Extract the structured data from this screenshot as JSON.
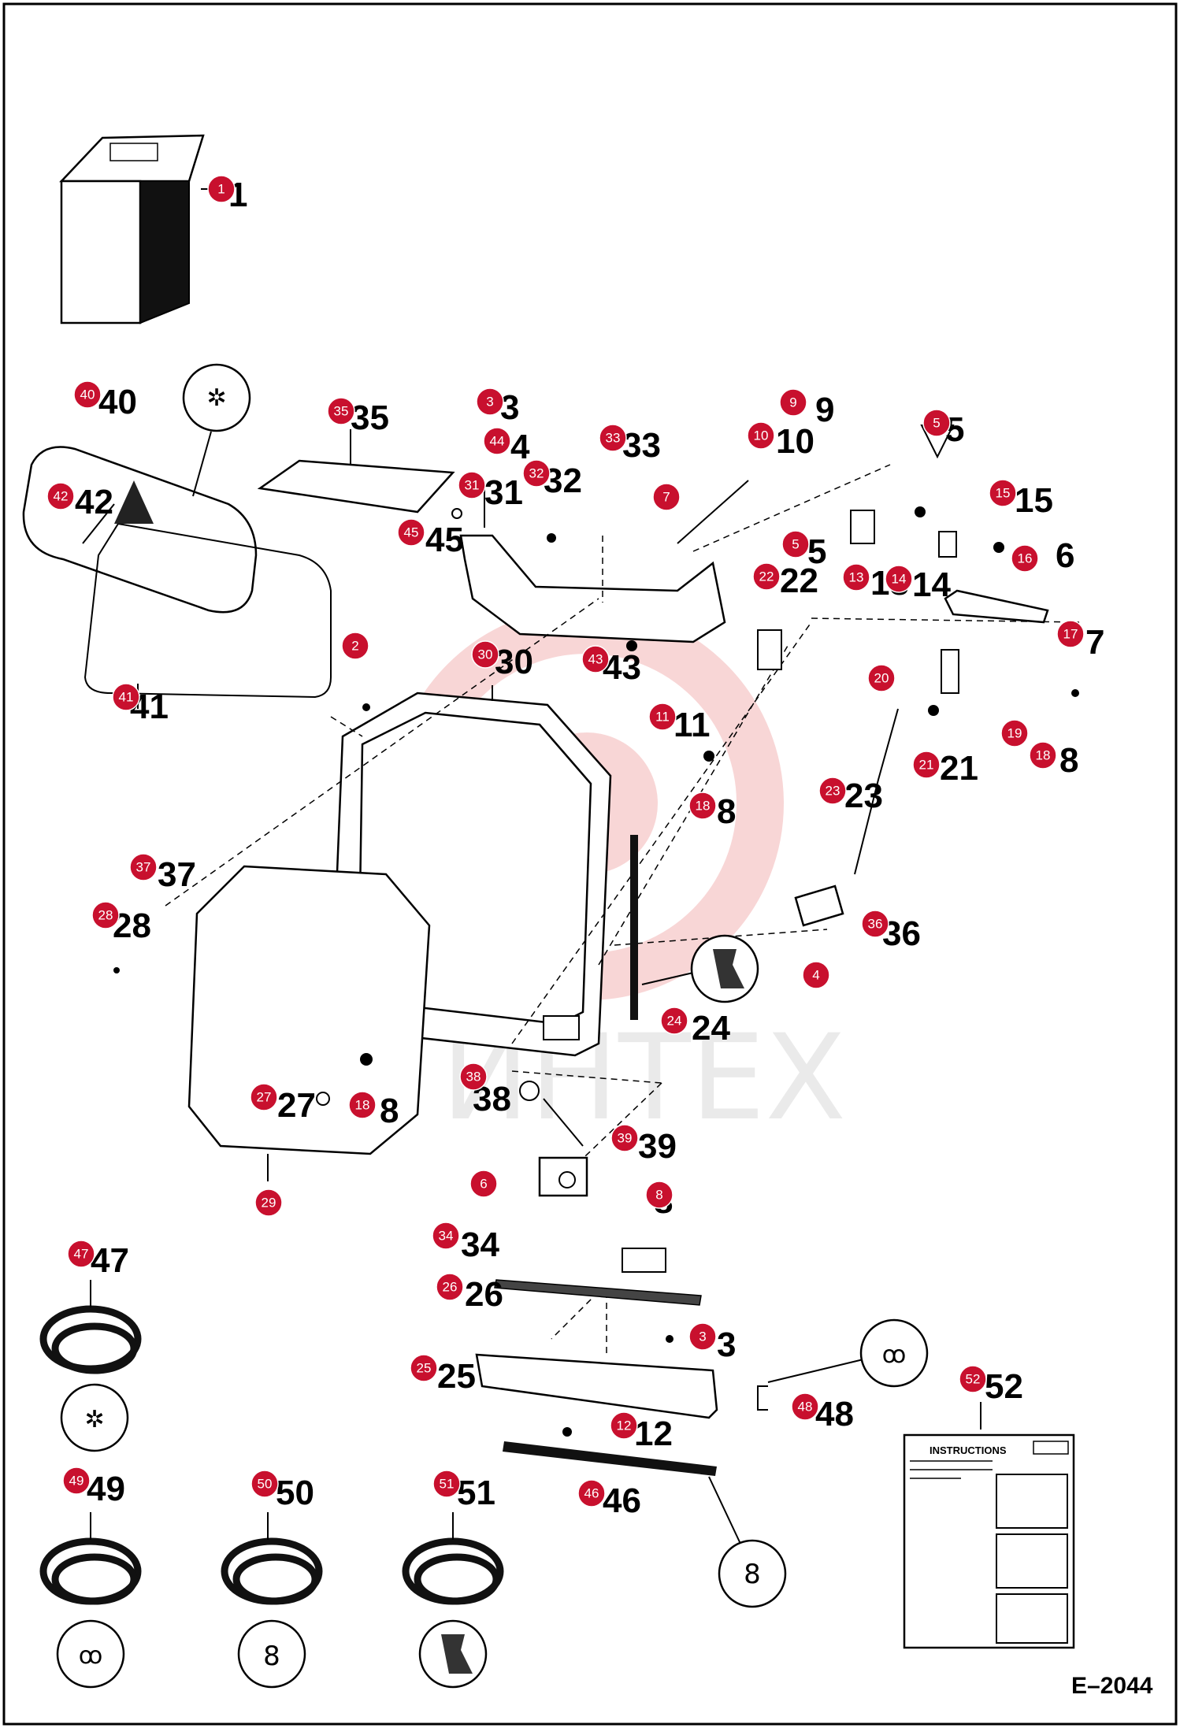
{
  "figure_code": "E–2044",
  "watermark": "ИНТЕХ",
  "instruction_sheet": {
    "title": "INSTRUCTIONS"
  },
  "callouts": [
    {
      "id": "1",
      "label": "1"
    },
    {
      "id": "2",
      "label": "2"
    },
    {
      "id": "3a",
      "label": "3"
    },
    {
      "id": "3b",
      "label": "3"
    },
    {
      "id": "4",
      "label": "4"
    },
    {
      "id": "5a",
      "label": "5"
    },
    {
      "id": "5b",
      "label": "5"
    },
    {
      "id": "6",
      "label": "6"
    },
    {
      "id": "7",
      "label": "7"
    },
    {
      "id": "8",
      "label": "8"
    },
    {
      "id": "9",
      "label": "9"
    },
    {
      "id": "10",
      "label": "10"
    },
    {
      "id": "11",
      "label": "11"
    },
    {
      "id": "12",
      "label": "12"
    },
    {
      "id": "13",
      "label": "13"
    },
    {
      "id": "14",
      "label": "14"
    },
    {
      "id": "15",
      "label": "15"
    },
    {
      "id": "16",
      "label": "16"
    },
    {
      "id": "17",
      "label": "17"
    },
    {
      "id": "18a",
      "label": "18"
    },
    {
      "id": "18b",
      "label": "18"
    },
    {
      "id": "18c",
      "label": "18"
    },
    {
      "id": "19",
      "label": "19"
    },
    {
      "id": "20",
      "label": "20"
    },
    {
      "id": "21",
      "label": "21"
    },
    {
      "id": "22",
      "label": "22"
    },
    {
      "id": "23",
      "label": "23"
    },
    {
      "id": "24",
      "label": "24"
    },
    {
      "id": "25",
      "label": "25"
    },
    {
      "id": "26",
      "label": "26"
    },
    {
      "id": "27",
      "label": "27"
    },
    {
      "id": "28",
      "label": "28"
    },
    {
      "id": "29",
      "label": "29"
    },
    {
      "id": "30",
      "label": "30"
    },
    {
      "id": "31",
      "label": "31"
    },
    {
      "id": "32",
      "label": "32"
    },
    {
      "id": "33",
      "label": "33"
    },
    {
      "id": "34",
      "label": "34"
    },
    {
      "id": "35",
      "label": "35"
    },
    {
      "id": "36",
      "label": "36"
    },
    {
      "id": "37",
      "label": "37"
    },
    {
      "id": "38",
      "label": "38"
    },
    {
      "id": "39",
      "label": "39"
    },
    {
      "id": "40",
      "label": "40"
    },
    {
      "id": "41",
      "label": "41"
    },
    {
      "id": "42",
      "label": "42"
    },
    {
      "id": "43",
      "label": "43"
    },
    {
      "id": "44",
      "label": "44"
    },
    {
      "id": "45",
      "label": "45"
    },
    {
      "id": "46",
      "label": "46"
    },
    {
      "id": "47",
      "label": "47"
    },
    {
      "id": "48",
      "label": "48"
    },
    {
      "id": "49",
      "label": "49"
    },
    {
      "id": "50",
      "label": "50"
    },
    {
      "id": "51",
      "label": "51"
    },
    {
      "id": "52",
      "label": "52"
    }
  ]
}
